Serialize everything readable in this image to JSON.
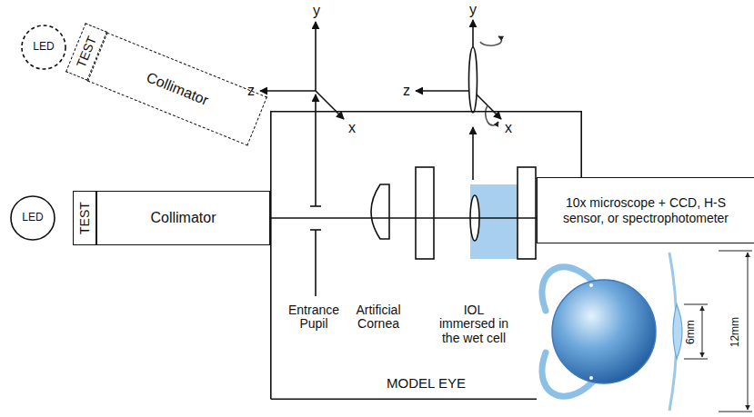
{
  "diagram": {
    "nodes": [
      {
        "text": [
          "LED"
        ]
      },
      {
        "text": [
          "TEST"
        ]
      },
      {
        "text": [
          "Collimator"
        ]
      },
      {
        "text": [
          "LED"
        ]
      },
      {
        "text": [
          "TEST"
        ]
      },
      {
        "text": [
          "Collimator"
        ]
      },
      {
        "text": [
          "MODEL EYE"
        ]
      },
      {
        "text": [
          "10x microscope + CCD, H-S sensor, or spectrophotometer"
        ]
      }
    ],
    "edges": [
      {
        "from": 5,
        "to": 7,
        "arrow": "none"
      }
    ],
    "labels": [
      "y",
      "z",
      "x",
      "y",
      "z",
      "x",
      "Entrance Pupil",
      "Artificial Cornea",
      "IOL immersed in the wet cell",
      "6mm",
      "12mm"
    ]
  }
}
